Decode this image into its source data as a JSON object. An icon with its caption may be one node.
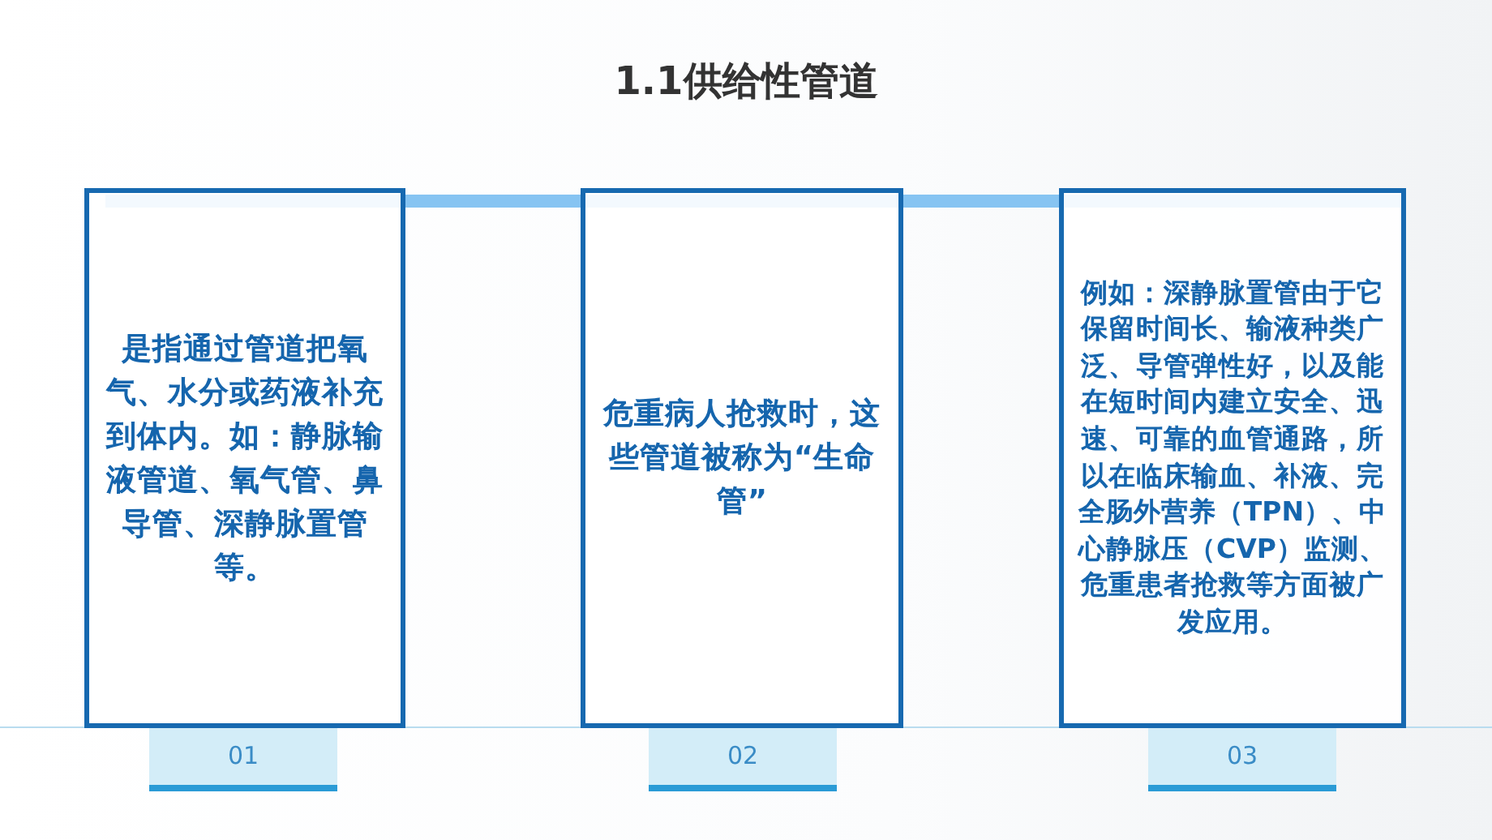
{
  "diagram": {
    "title": "1.1供给性管道",
    "nodes": [
      {
        "text": [
          "是指通过管道把氧气、水分或药液补充到体内。如：静脉输液管道、氧气管、鼻导管、深静脉置管等。"
        ]
      },
      {
        "text": [
          "01"
        ]
      },
      {
        "text": [
          "危重病人抢救时，这些管道被称为“生命管”"
        ]
      },
      {
        "text": [
          "02"
        ]
      },
      {
        "text": [
          "例如：深静脉置管由于它保留时间长、输液种类广泛、导管弹性好，以及能在短时间内建立安全、迅速、可靠的血管通路，所以在临床输血、补液、完全肠外营养（TPN）、中心静脉压（CVP）监测、危重患者抢救等方面被广发应用。"
        ]
      },
      {
        "text": [
          "03"
        ]
      }
    ]
  }
}
